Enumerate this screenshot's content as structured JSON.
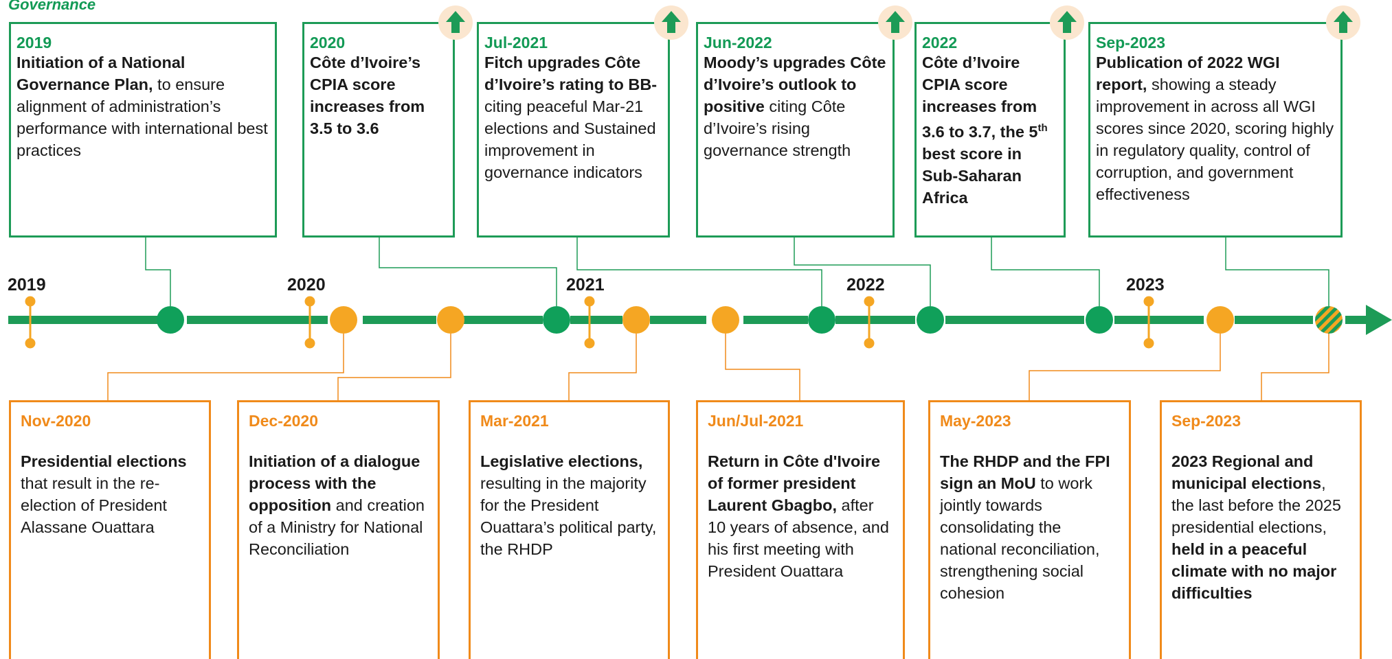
{
  "heading": "Governance",
  "colors": {
    "green": "#1d9b57",
    "orange": "#f08a1a",
    "arrow_badge": "#fbe6cf"
  },
  "years": [
    "2019",
    "2020",
    "2021",
    "2022",
    "2023"
  ],
  "top_events": [
    {
      "date": "2019",
      "parts": [
        [
          "Initiation of a National Governance Plan,",
          "b"
        ],
        [
          " to ensure alignment of administration’s performance with international best practices",
          "n"
        ]
      ],
      "icon": "up-arrow-icon"
    },
    {
      "date": "2020",
      "parts": [
        [
          "Côte d’Ivoire’s CPIA score increases from 3.5 to 3.6",
          "b"
        ]
      ],
      "icon": "up-arrow-icon"
    },
    {
      "date": "Jul-2021",
      "parts": [
        [
          "Fitch upgrades Côte d’Ivoire’s rating to BB-",
          "b"
        ],
        [
          " citing peaceful Mar-21 elections and Sustained improvement in governance indicators",
          "n"
        ]
      ],
      "icon": "up-arrow-icon"
    },
    {
      "date": "Jun-2022",
      "parts": [
        [
          "Moody’s upgrades Côte d’Ivoire’s outlook to positive",
          "b"
        ],
        [
          " citing Côte d’Ivoire’s rising governance strength",
          "n"
        ]
      ],
      "icon": "up-arrow-icon"
    },
    {
      "date": "2022",
      "parts": [
        [
          "Côte d’Ivoire CPIA score increases from 3.6 to 3.7, the 5",
          "b"
        ],
        [
          "th",
          "bsup"
        ],
        [
          " best score in Sub-Saharan Africa",
          "b"
        ]
      ],
      "icon": "up-arrow-icon"
    },
    {
      "date": "Sep-2023",
      "parts": [
        [
          "Publication of 2022 WGI report,",
          "b"
        ],
        [
          " showing a steady improvement in across all WGI scores since 2020, scoring highly in regulatory quality, control of corruption, and government effectiveness",
          "n"
        ]
      ],
      "icon": "up-arrow-icon"
    }
  ],
  "bottom_events": [
    {
      "date": "Nov-2020",
      "parts": [
        [
          "Presidential elections",
          "b"
        ],
        [
          " that result in the re-election of President Alassane Ouattara",
          "n"
        ]
      ]
    },
    {
      "date": "Dec-2020",
      "parts": [
        [
          "Initiation of a dialogue process with the opposition",
          "b"
        ],
        [
          " and creation of a Ministry for National Reconciliation",
          "n"
        ]
      ]
    },
    {
      "date": "Mar-2021",
      "parts": [
        [
          "Legislative elections,",
          "b"
        ],
        [
          " resulting in the majority for the President Ouattara’s political party, the RHDP",
          "n"
        ]
      ]
    },
    {
      "date": "Jun/Jul-2021",
      "parts": [
        [
          "Return in Côte d'Ivoire of former president Laurent Gbagbo,",
          "b"
        ],
        [
          " after 10 years of absence, and his first meeting with President Ouattara",
          "n"
        ]
      ]
    },
    {
      "date": "May-2023",
      "parts": [
        [
          "The RHDP and the FPI sign an MoU",
          "b"
        ],
        [
          " to work jointly towards consolidating the national reconciliation, strengthening social cohesion",
          "n"
        ]
      ]
    },
    {
      "date": "Sep-2023",
      "parts": [
        [
          "2023 Regional and municipal elections",
          "b"
        ],
        [
          ", the last before the 2025 presidential elections, ",
          "n"
        ],
        [
          "held in a peaceful climate with no major difficulties",
          "b"
        ]
      ]
    }
  ]
}
